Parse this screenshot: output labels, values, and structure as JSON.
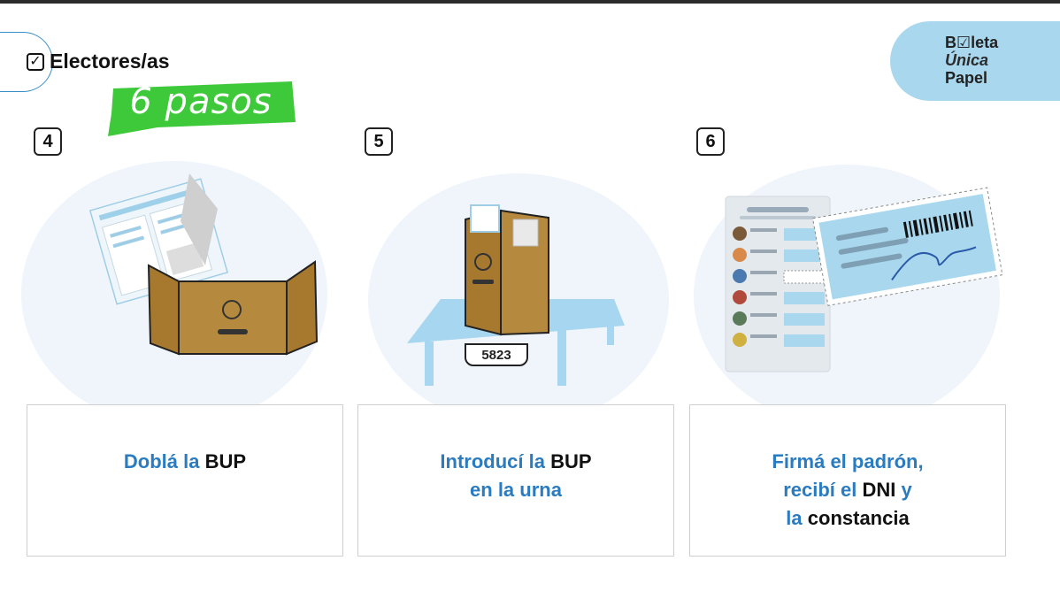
{
  "header": {
    "title": "Electores/as",
    "badge": "6 pasos"
  },
  "logo": {
    "line1": "B☑leta",
    "line2": "Única",
    "line3": "Papel"
  },
  "steps": [
    {
      "number": "4",
      "text_a": "Doblá la",
      "text_b": "BUP"
    },
    {
      "number": "5",
      "line1_a": "Introducí la",
      "line1_b": "BUP",
      "line2": "en la urna",
      "ballot_box_number": "5823"
    },
    {
      "number": "6",
      "line1": "Firmá el padrón,",
      "line2_a": "recibí el",
      "line2_b": "DNI",
      "line2_c": "y",
      "line3_a": "la",
      "line3_b": "constancia"
    }
  ],
  "colors": {
    "accent_blue": "#2a7bbf",
    "logo_bg": "#a9d8ee",
    "badge_green": "#3ec93a",
    "box_brown": "#b58a3e",
    "table_blue": "#a6d6f0"
  }
}
